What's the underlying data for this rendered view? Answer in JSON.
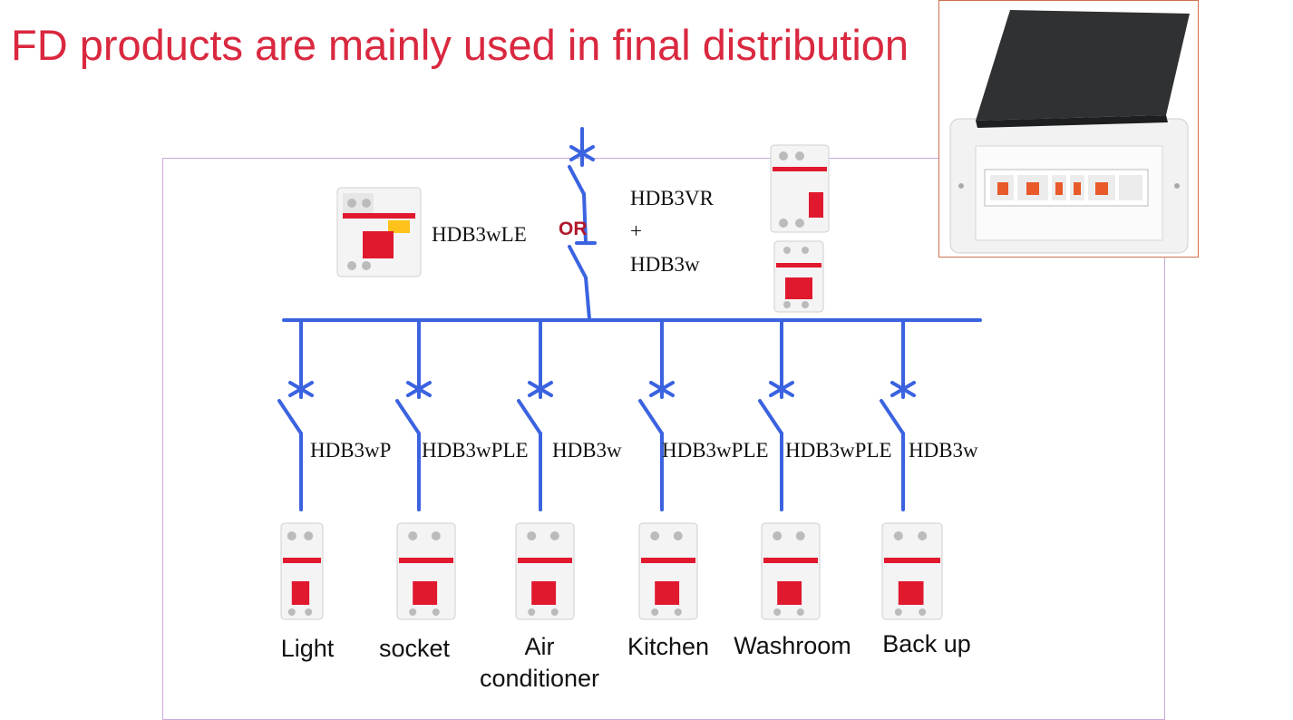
{
  "title": "FD products are mainly used in final distribution",
  "main_incomer": {
    "option_a": "HDB3wLE",
    "or_label": "OR",
    "option_b_line1": "HDB3VR",
    "option_b_plus": "+",
    "option_b_line2": "HDB3w"
  },
  "branches": [
    {
      "model": "HDB3wP",
      "load": "Light",
      "load_line2": ""
    },
    {
      "model": "HDB3wPLE",
      "load": "socket",
      "load_line2": ""
    },
    {
      "model": "HDB3w",
      "load": "Air",
      "load_line2": "conditioner"
    },
    {
      "model": "HDB3wPLE",
      "load": "Kitchen",
      "load_line2": ""
    },
    {
      "model": "HDB3wPLE",
      "load": "Washroom",
      "load_line2": ""
    },
    {
      "model": "HDB3w",
      "load": "Back up",
      "load_line2": ""
    }
  ],
  "colors": {
    "title": "#d9283f",
    "wire": "#3b63e0",
    "breaker_red": "#e0192f",
    "frame": "#c9a9d9"
  }
}
